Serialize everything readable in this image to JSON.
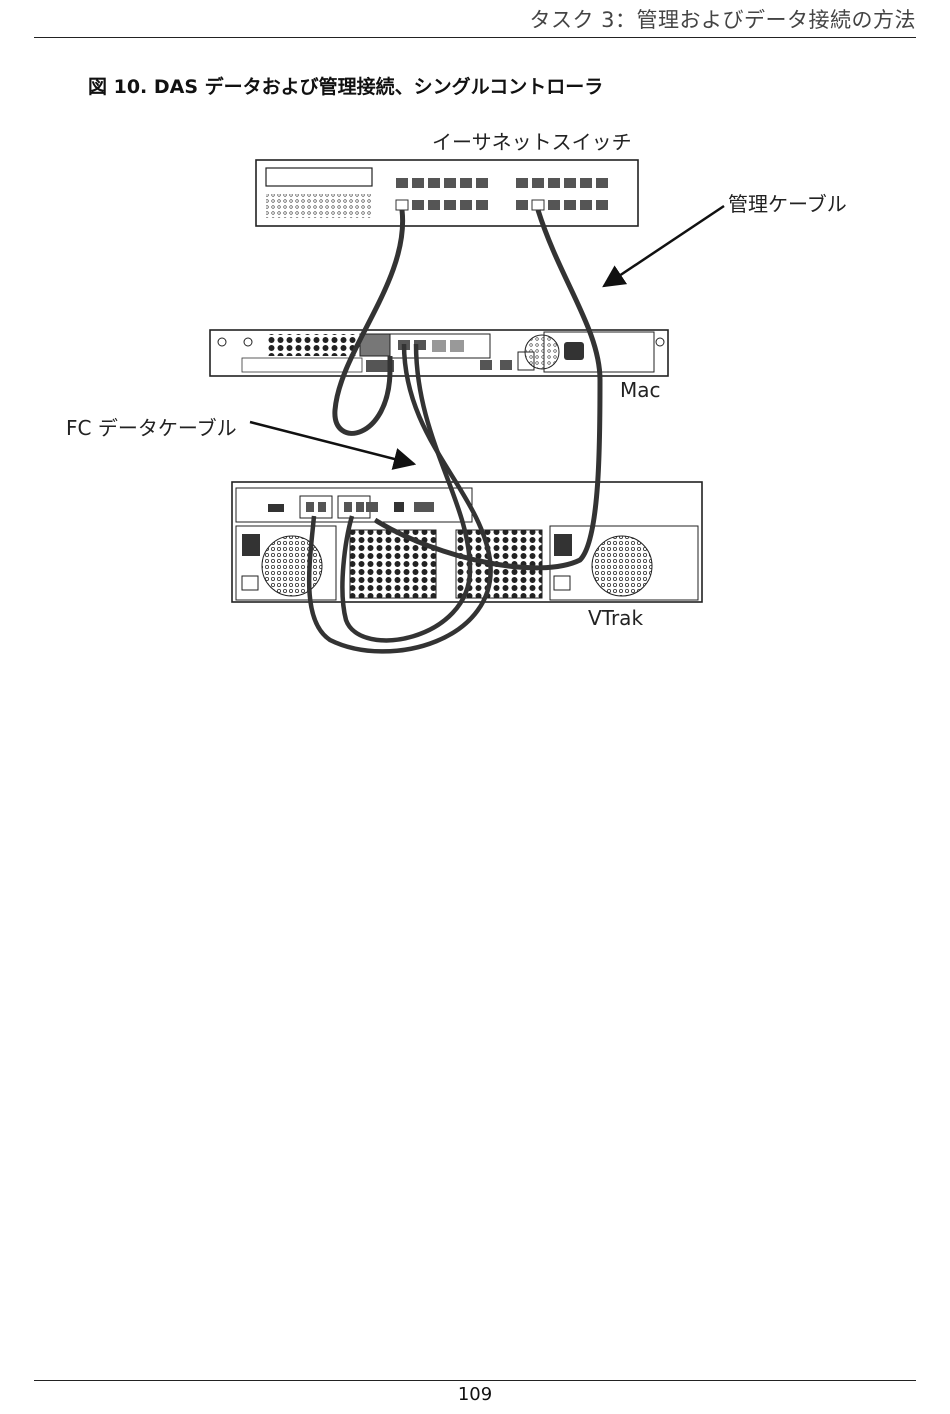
{
  "header": {
    "title": "タスク 3：管理およびデータ接続の方法"
  },
  "figure": {
    "caption": "図 10.  DAS データおよび管理接続、シングルコントローラ",
    "labels": {
      "switch": "イーサネットスイッチ",
      "mgmt_cable": "管理ケーブル",
      "mac": "Mac",
      "fc_cable": "FC データケーブル",
      "vtrak": "VTrak"
    }
  },
  "footer": {
    "page_number": "109"
  }
}
